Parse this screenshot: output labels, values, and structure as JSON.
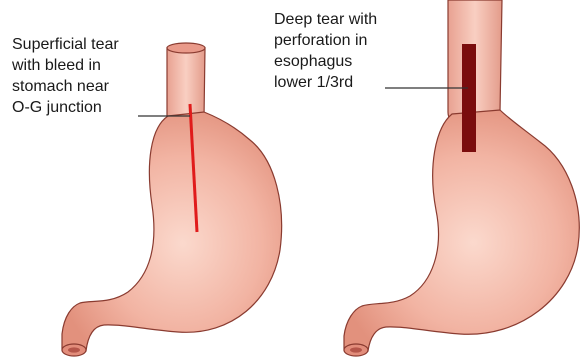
{
  "left_label": {
    "lines": [
      "Superficial tear",
      "with bleed in",
      "stomach near",
      "O-G junction"
    ]
  },
  "right_label": {
    "lines": [
      "Deep tear with",
      "perforation in",
      "esophagus",
      "lower 1/3rd"
    ]
  },
  "colors": {
    "stomach_fill": "#f2b2a2",
    "stomach_outline": "#8a3b30",
    "superficial_tear": "#e01b1b",
    "deep_tear": "#7a0d0d"
  }
}
